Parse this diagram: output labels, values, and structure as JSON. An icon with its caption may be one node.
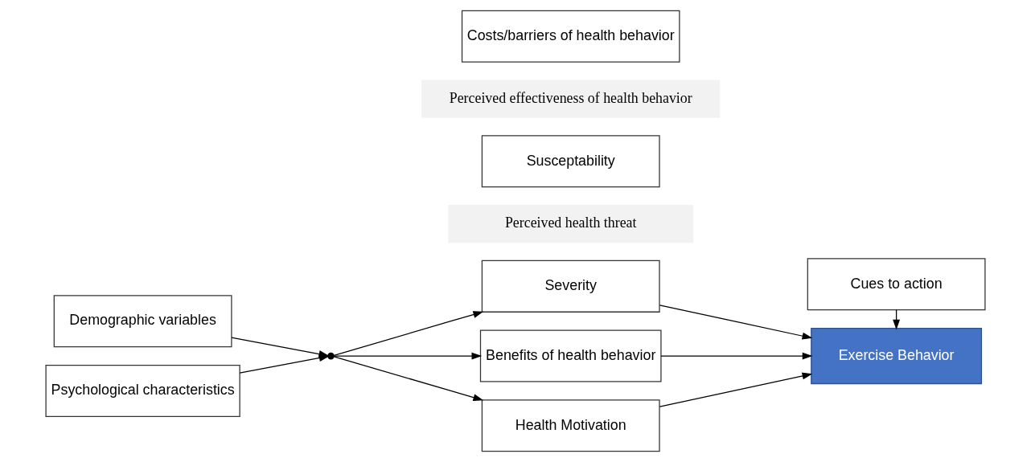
{
  "diagram": {
    "nodes": [
      {
        "text": [
          "Demographic variables"
        ]
      },
      {
        "text": [
          "Psychological characteristics"
        ]
      },
      {
        "text": [],
        "shape": "brace"
      },
      {
        "text": [
          "Perceived health threat"
        ]
      },
      {
        "text": [
          "Severity"
        ]
      },
      {
        "text": [
          "Susceptability"
        ]
      },
      {
        "text": [
          "Perceived effectiveness of health behavior"
        ]
      },
      {
        "text": [
          "Benefits of health behavior"
        ]
      },
      {
        "text": [
          "Costs/barriers of health behavior"
        ]
      },
      {
        "text": [
          "Health Motivation"
        ]
      },
      {
        "text": [
          "Exercise Behavior"
        ]
      },
      {
        "text": [
          "Cues to action"
        ]
      }
    ],
    "edges": [
      {
        "from": 0,
        "to": 2,
        "arrow": "to"
      },
      {
        "from": 1,
        "to": 2,
        "arrow": "to"
      },
      {
        "from": 2,
        "to": 4,
        "arrow": "to"
      },
      {
        "from": 2,
        "to": 7,
        "arrow": "to"
      },
      {
        "from": 2,
        "to": 9,
        "arrow": "to"
      },
      {
        "from": 4,
        "to": 10,
        "arrow": "to"
      },
      {
        "from": 7,
        "to": 10,
        "arrow": "to"
      },
      {
        "from": 9,
        "to": 10,
        "arrow": "to"
      },
      {
        "from": 11,
        "to": 10,
        "arrow": "to"
      }
    ]
  }
}
